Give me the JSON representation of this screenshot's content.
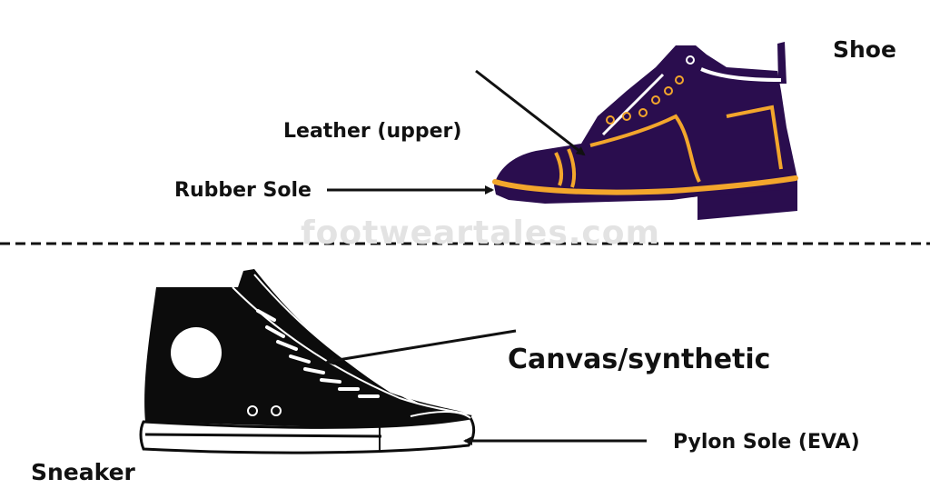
{
  "labels": {
    "shoe_title": "Shoe",
    "leather": "Leather (upper)",
    "rubber_sole": "Rubber Sole",
    "canvas": "Canvas/synthetic",
    "pylon_sole": "Pylon Sole (EVA)",
    "sneaker_title": "Sneaker",
    "watermark": "footweartales.com"
  },
  "colors": {
    "boot_body": "#2a0d4e",
    "boot_accent": "#f3a62c",
    "sneaker_body": "#0c0c0c",
    "ink": "#111111"
  }
}
